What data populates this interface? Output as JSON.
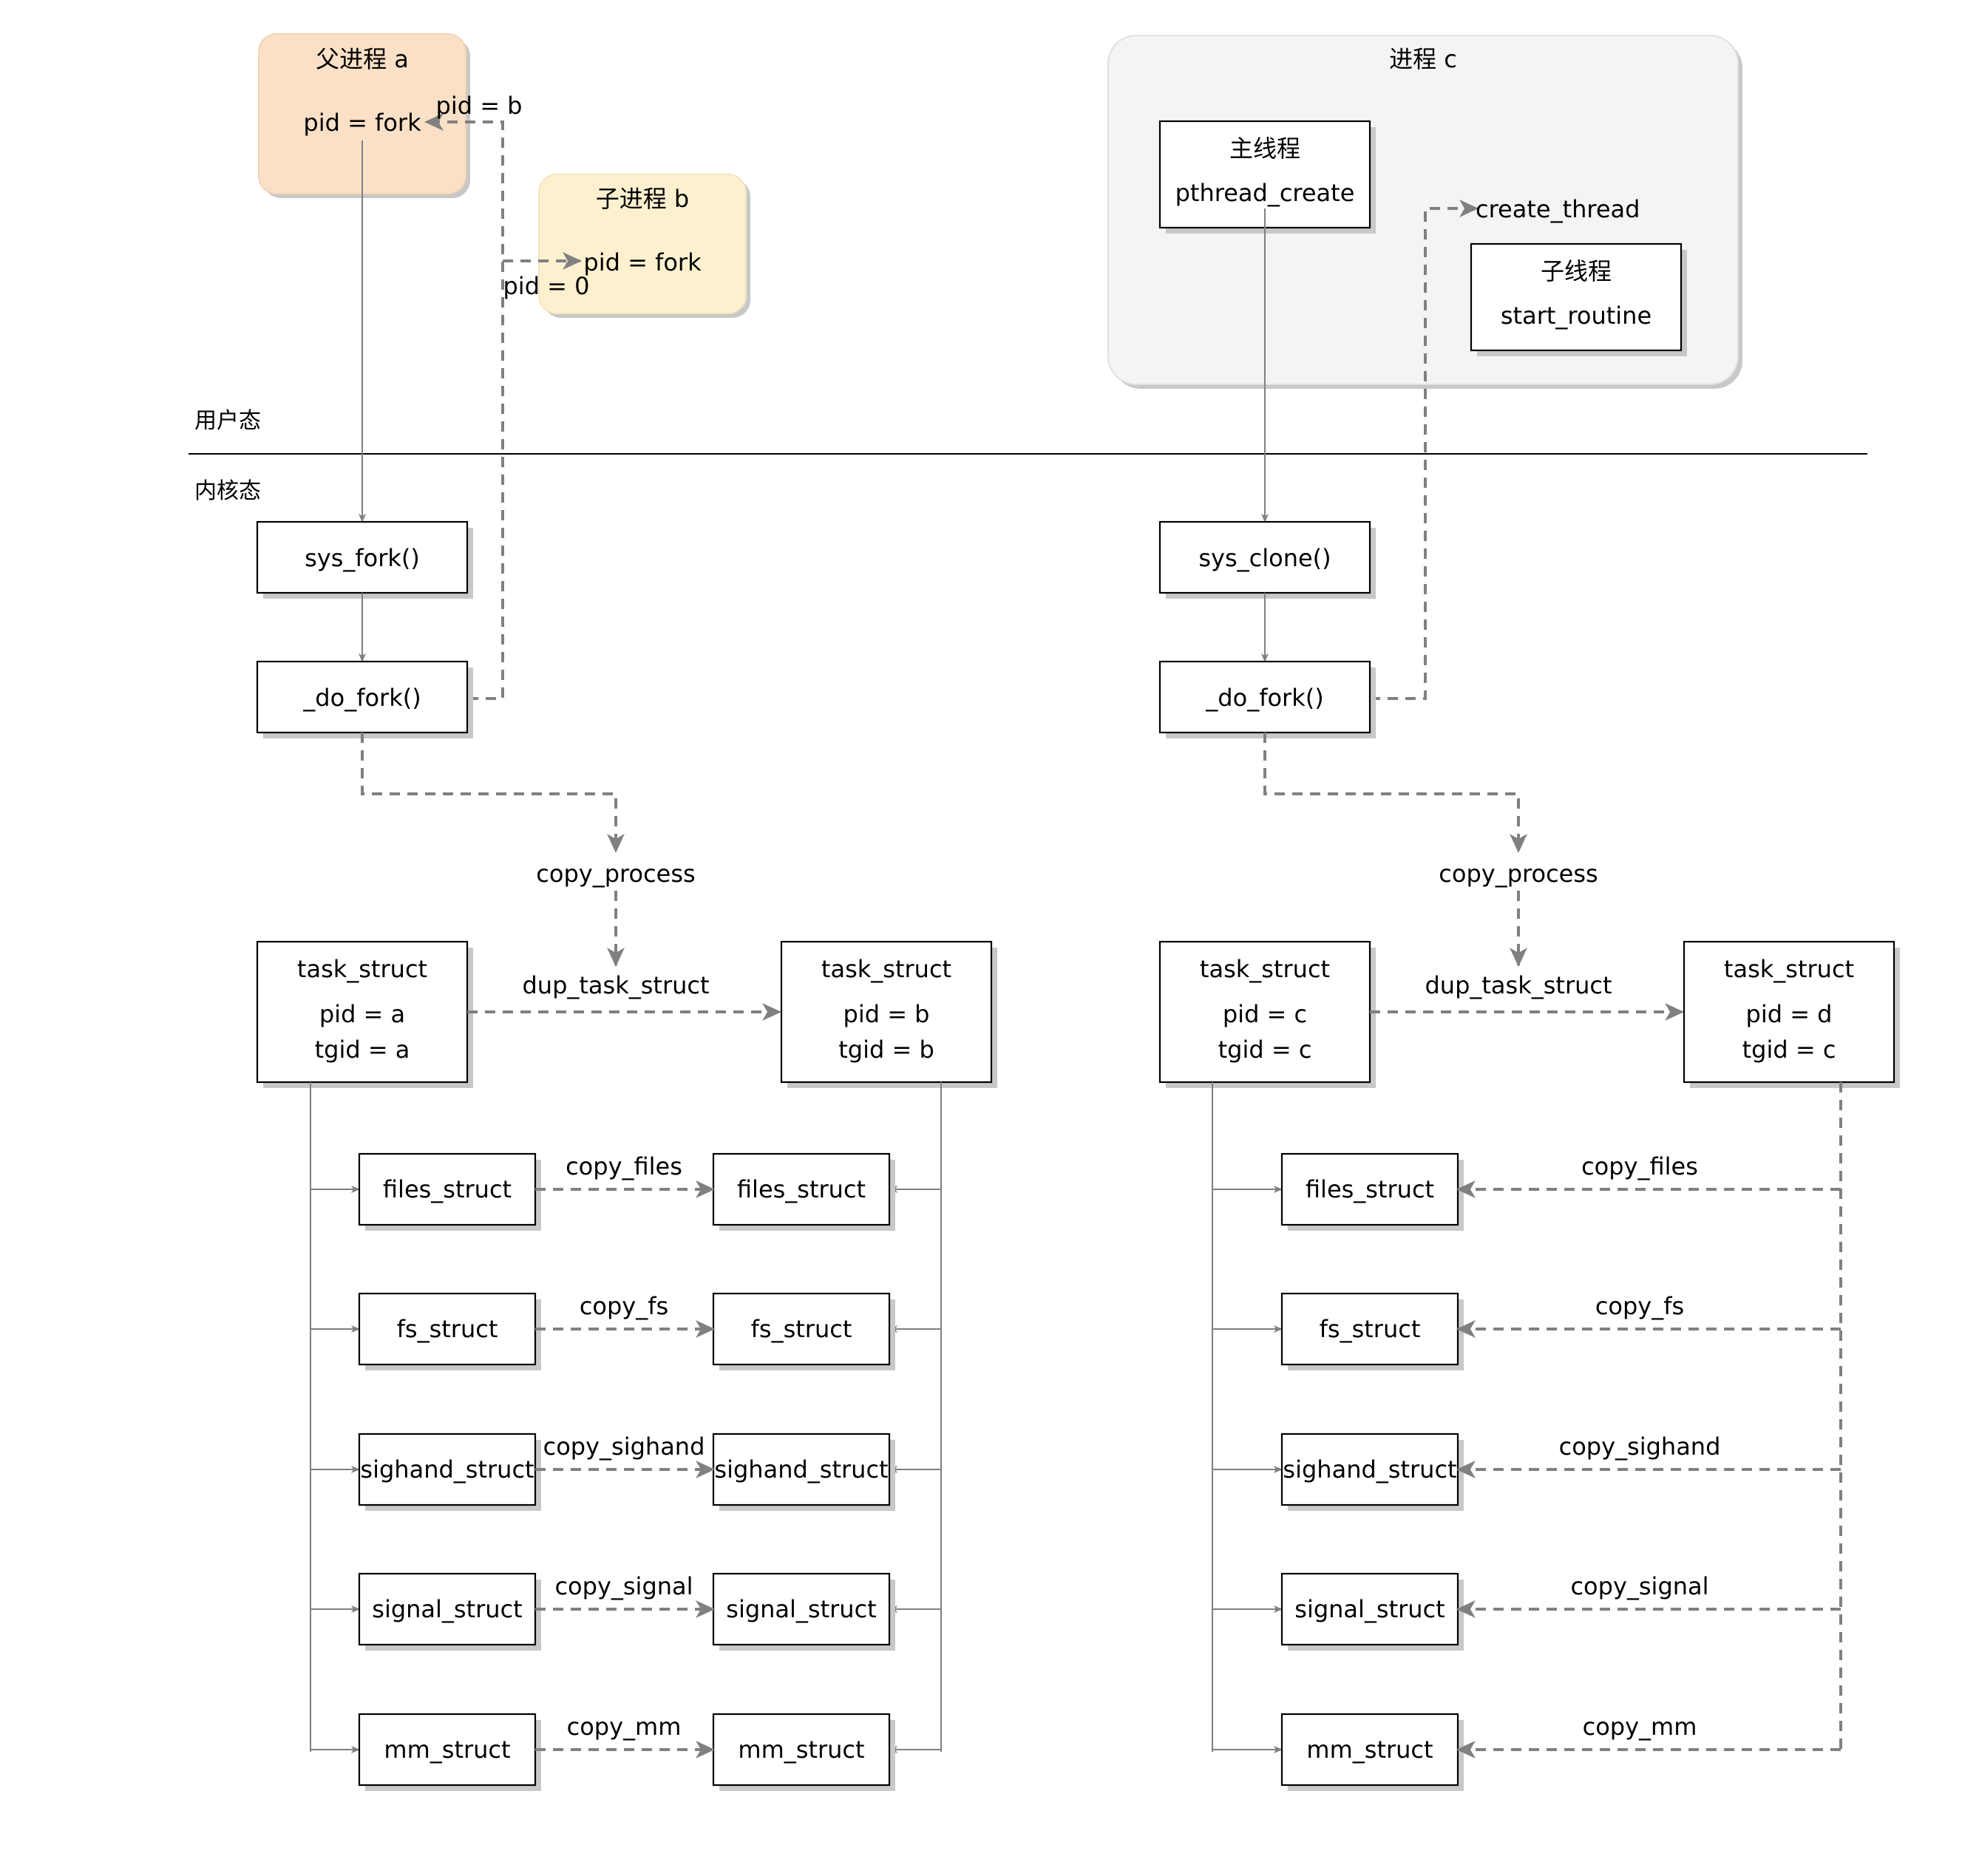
{
  "zones": {
    "user": "用户态",
    "kernel": "内核态"
  },
  "left": {
    "parent": {
      "title": "父进程 a",
      "code": "pid = fork",
      "ret_label": "pid = b",
      "fill": "#fae0c6"
    },
    "child": {
      "title": "子进程 b",
      "code": "pid = fork",
      "ret_label": "pid = 0",
      "fill": "#fcf0cf"
    },
    "sys_call": "sys_fork()",
    "do_fork": "_do_fork()",
    "copy_process": "copy_process",
    "dup": "dup_task_struct",
    "task_src": {
      "title": "task_struct",
      "pid": "pid = a",
      "tgid": "tgid = a"
    },
    "task_dst": {
      "title": "task_struct",
      "pid": "pid = b",
      "tgid": "tgid = b"
    },
    "structs": [
      {
        "src": "files_struct",
        "op": "copy_files",
        "dst": "files_struct"
      },
      {
        "src": "fs_struct",
        "op": "copy_fs",
        "dst": "fs_struct"
      },
      {
        "src": "sighand_struct",
        "op": "copy_sighand",
        "dst": "sighand_struct"
      },
      {
        "src": "signal_struct",
        "op": "copy_signal",
        "dst": "signal_struct"
      },
      {
        "src": "mm_struct",
        "op": "copy_mm",
        "dst": "mm_struct"
      }
    ]
  },
  "right": {
    "process": {
      "title": "进程 c",
      "fill": "#f4f4f4"
    },
    "main_thread": {
      "title": "主线程",
      "code": "pthread_create"
    },
    "create_label": "create_thread",
    "child_thread": {
      "title": "子线程",
      "code": "start_routine"
    },
    "sys_call": "sys_clone()",
    "do_fork": "_do_fork()",
    "copy_process": "copy_process",
    "dup": "dup_task_struct",
    "task_src": {
      "title": "task_struct",
      "pid": "pid = c",
      "tgid": "tgid = c"
    },
    "task_dst": {
      "title": "task_struct",
      "pid": "pid = d",
      "tgid": "tgid = c"
    },
    "structs": [
      {
        "name": "files_struct",
        "op": "copy_files"
      },
      {
        "name": "fs_struct",
        "op": "copy_fs"
      },
      {
        "name": "sighand_struct",
        "op": "copy_sighand"
      },
      {
        "name": "signal_struct",
        "op": "copy_signal"
      },
      {
        "name": "mm_struct",
        "op": "copy_mm"
      }
    ]
  },
  "colors": {
    "line": "#808080",
    "border": "#000000"
  }
}
